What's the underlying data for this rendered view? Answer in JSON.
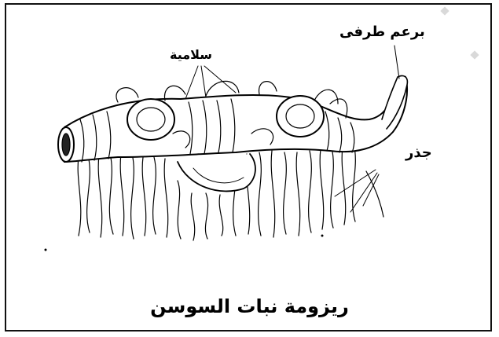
{
  "labels": {
    "terminal_bud": "برعم طرفى",
    "scale_leaf": "سلامية",
    "root": "جذر"
  },
  "caption": "ريزومة نبات السوسن",
  "colors": {
    "ink": "#000000",
    "background": "#ffffff",
    "decor": "#d9d9d9"
  }
}
